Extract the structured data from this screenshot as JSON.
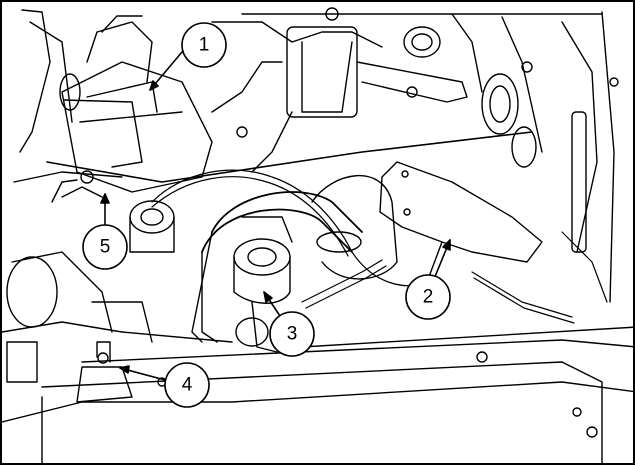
{
  "diagram": {
    "callouts": [
      {
        "id": "1",
        "label": "1"
      },
      {
        "id": "2",
        "label": "2"
      },
      {
        "id": "3",
        "label": "3"
      },
      {
        "id": "4",
        "label": "4"
      },
      {
        "id": "5",
        "label": "5"
      }
    ]
  },
  "colors": {
    "line": "#000000",
    "background": "#ffffff",
    "callout_fill": "#ffffff"
  }
}
